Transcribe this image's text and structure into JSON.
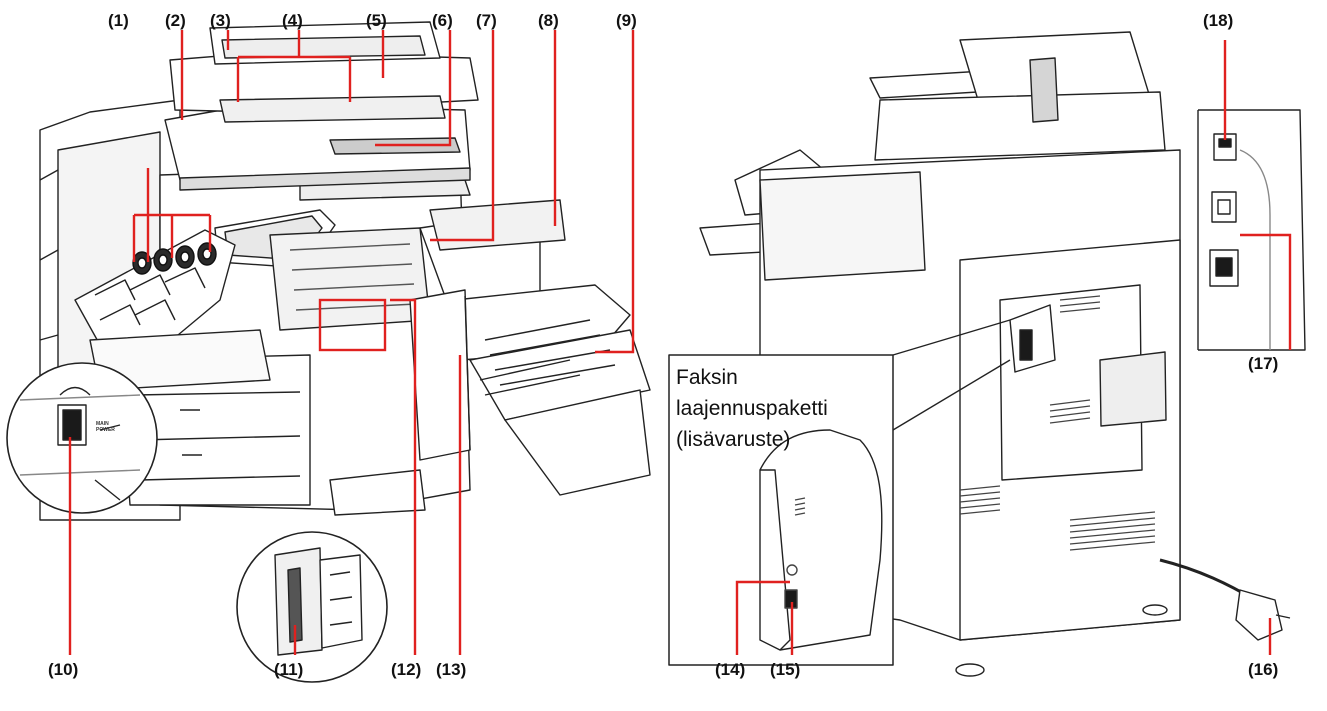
{
  "labels": {
    "n1": "(1)",
    "n2": "(2)",
    "n3": "(3)",
    "n4": "(4)",
    "n5": "(5)",
    "n6": "(6)",
    "n7": "(7)",
    "n8": "(8)",
    "n9": "(9)",
    "n10": "(10)",
    "n11": "(11)",
    "n12": "(12)",
    "n13": "(13)",
    "n14": "(14)",
    "n15": "(15)",
    "n16": "(16)",
    "n17": "(17)",
    "n18": "(18)"
  },
  "callout": {
    "line1": "Faksin",
    "line2": "laajennuspaketti",
    "line3": "(lisävaruste)"
  },
  "switch_text": {
    "main": "MAIN",
    "power": "POWER"
  },
  "colors": {
    "leader": "#e0211f",
    "outline": "#222222",
    "body": "#ffffff",
    "shade": "#d9d9d9",
    "dark": "#1a1a1a"
  }
}
